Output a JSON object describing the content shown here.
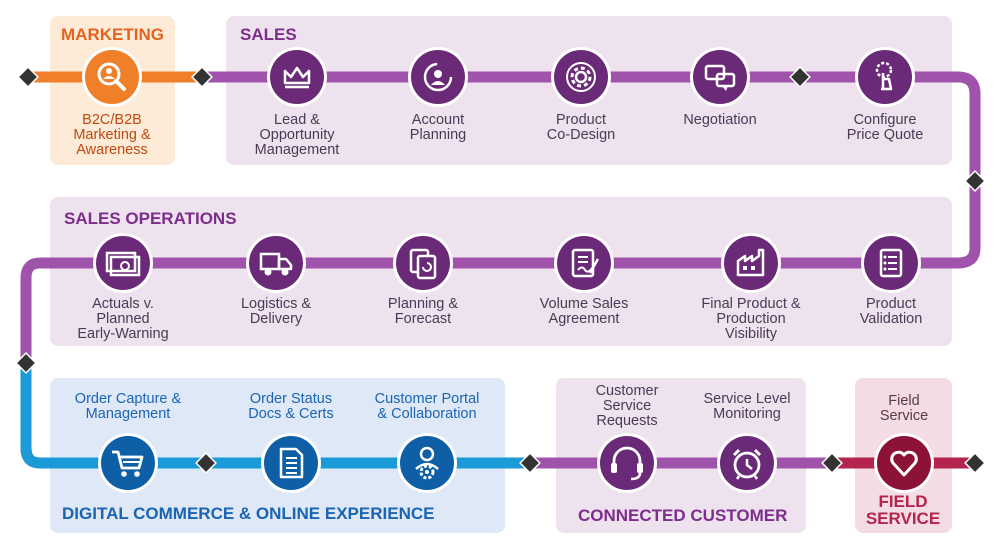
{
  "colors": {
    "marketing": "#f07f2a",
    "sales": "#a053aa",
    "sales_node": "#6b2a78",
    "digital": "#1a9ad7",
    "digital_node": "#0e5fa6",
    "connected": "#a053aa",
    "field": "#b5244f",
    "field_node": "#8c1238"
  },
  "sections": {
    "marketing": {
      "title": "MARKETING"
    },
    "sales": {
      "title": "SALES"
    },
    "sales_ops": {
      "title": "SALES OPERATIONS"
    },
    "digital": {
      "title": "DIGITAL COMMERCE & ONLINE EXPERIENCE"
    },
    "connected": {
      "title": "CONNECTED CUSTOMER"
    },
    "field": {
      "title": "FIELD\nSERVICE"
    }
  },
  "nodes": {
    "marketing": [
      {
        "label": "B2C/B2B\nMarketing &\nAwareness",
        "icon": "magnifier-person-icon"
      }
    ],
    "sales": [
      {
        "label": "Lead &\nOpportunity\nManagement",
        "icon": "crown-icon"
      },
      {
        "label": "Account\nPlanning",
        "icon": "person-cycle-icon"
      },
      {
        "label": "Product\nCo-Design",
        "icon": "gear-icon"
      },
      {
        "label": "Negotiation",
        "icon": "chat-bubbles-icon"
      },
      {
        "label": "Configure\nPrice Quote",
        "icon": "hand-tap-gear-icon"
      }
    ],
    "sales_ops": [
      {
        "label": "Product\nValidation",
        "icon": "checklist-icon"
      },
      {
        "label": "Final Product &\nProduction\nVisibility",
        "icon": "factory-icon"
      },
      {
        "label": "Volume Sales\nAgreement",
        "icon": "signed-document-icon"
      },
      {
        "label": "Planning &\nForecast",
        "icon": "documents-refresh-icon"
      },
      {
        "label": "Logistics &\nDelivery",
        "icon": "truck-icon"
      },
      {
        "label": "Actuals v.\nPlanned\nEarly-Warning",
        "icon": "money-icon"
      }
    ],
    "digital": [
      {
        "label": "Order Capture &\nManagement",
        "icon": "cart-icon"
      },
      {
        "label": "Order Status\nDocs & Certs",
        "icon": "document-icon"
      },
      {
        "label": "Customer Portal\n& Collaboration",
        "icon": "person-gear-icon"
      }
    ],
    "connected": [
      {
        "label": "Customer\nService\nRequests",
        "icon": "headset-icon"
      },
      {
        "label": "Service Level\nMonitoring",
        "icon": "alarm-clock-icon"
      }
    ],
    "field": [
      {
        "label": "Field\nService",
        "icon": "heart-icon"
      }
    ]
  }
}
